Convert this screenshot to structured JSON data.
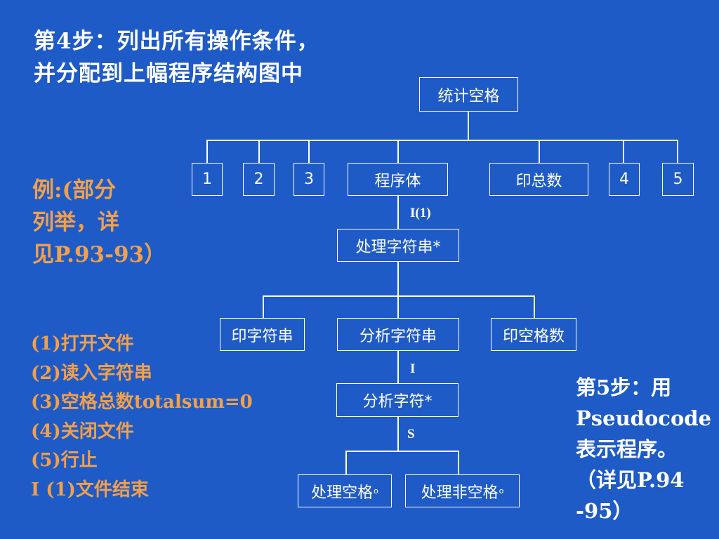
{
  "title": {
    "line1": "第4步：列出所有操作条件，",
    "line2": "并分配到上幅程序结构图中"
  },
  "example": {
    "line1": "例:(部分",
    "line2": "列举，详",
    "line3": "见P.93-93）"
  },
  "operations": [
    "(1)打开文件",
    "(2)读入字符串",
    "(3)空格总数totalsum=0",
    "(4)关闭文件",
    "(5)行止",
    "I (1)文件结束"
  ],
  "step5": {
    "line1": "第5步：用",
    "line2": "Pseudocode",
    "line3": "表示程序。",
    "line4": "（详见P.94",
    "line5": "-95）"
  },
  "diagram": {
    "root": "统计空格",
    "level1": [
      "1",
      "2",
      "3",
      "程序体",
      "印总数",
      "4",
      "5"
    ],
    "label_i1": "I(1)",
    "process_string": "处理字符串*",
    "level3": [
      "印字符串",
      "分析字符串",
      "印空格数"
    ],
    "label_i": "I",
    "analyze_char": "分析字符*",
    "label_s": "S",
    "level5": [
      "处理空格",
      "处理非空格"
    ],
    "selection_mark": "o"
  }
}
